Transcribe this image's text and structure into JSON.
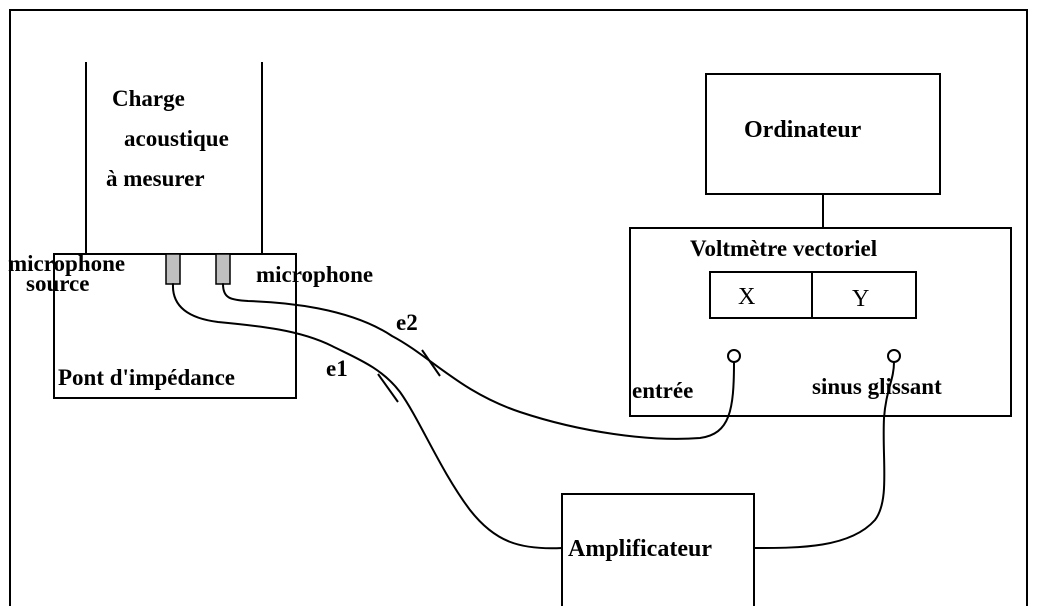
{
  "labels": {
    "charge_line1": "Charge",
    "charge_line2": "acoustique",
    "charge_line3": "à mesurer",
    "microphone_source_line1": "microphone",
    "microphone_source_line2": "source",
    "microphone_right": "microphone",
    "pont": "Pont d'impédance",
    "e1": "e1",
    "e2": "e2",
    "ordinateur": "Ordinateur",
    "voltmetre": "Voltmètre vectoriel",
    "x": "X",
    "y": "Y",
    "entree": "entrée",
    "sinus": "sinus glissant",
    "amplificateur": "Amplificateur"
  }
}
